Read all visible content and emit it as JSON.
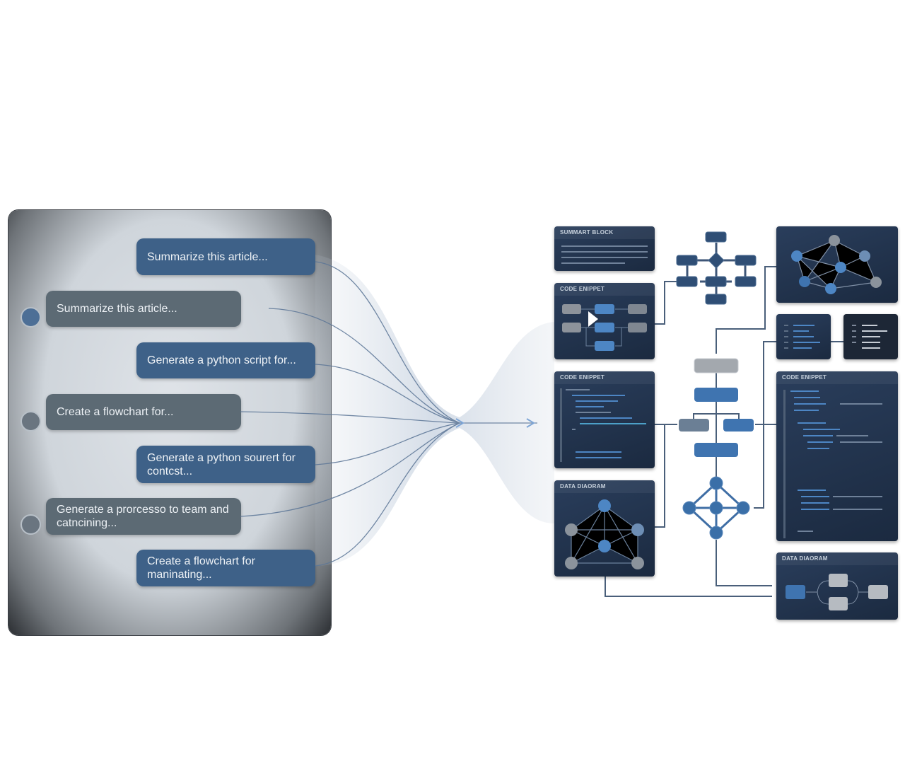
{
  "chat": {
    "messages": [
      {
        "role": "user",
        "text": "Summarize this article..."
      },
      {
        "role": "assistant",
        "text": "Summarize this article..."
      },
      {
        "role": "user",
        "text": "Generate a python script for..."
      },
      {
        "role": "assistant",
        "text": "Create a flowchart for..."
      },
      {
        "role": "user",
        "text": "Generate a python sourert for contcst..."
      },
      {
        "role": "assistant",
        "text": "Generate a prorcesso to team and catncining..."
      },
      {
        "role": "user",
        "text": "Create a flowchart for maninating..."
      }
    ]
  },
  "outputs": {
    "summary_block": "SUMMART BLOCK",
    "code_snippet_1": "CODE ENIPPET",
    "code_snippet_2": "CODE ENIPPET",
    "data_diagram_1": "DATA DIAORAM",
    "code_snippet_3": "CODE ENIPPET",
    "data_diagram_2": "DATA DIAORAM"
  },
  "colors": {
    "accent": "#4a7fbf",
    "card": "#1f2f47",
    "user_bubble": "#3e6188",
    "assistant_bubble": "#5c6a74",
    "line": "#4a5f7a"
  }
}
